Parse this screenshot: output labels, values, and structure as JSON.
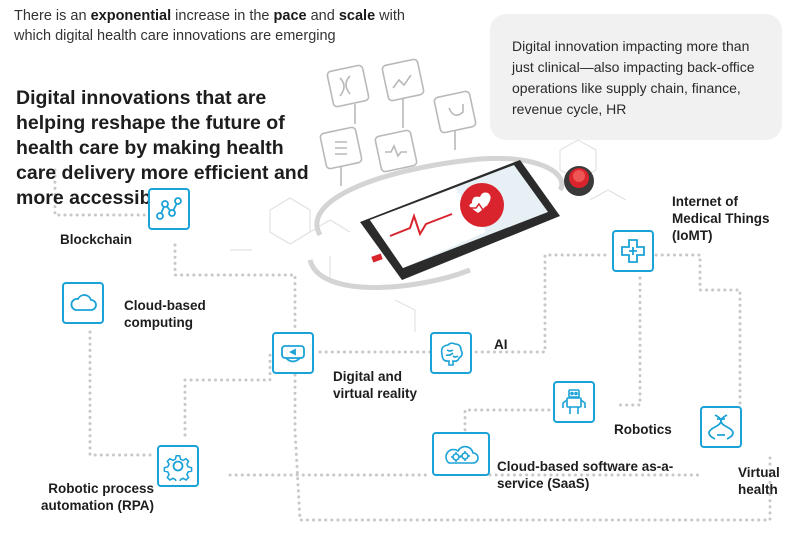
{
  "intro": {
    "p1": "There is an ",
    "b1": "exponential",
    "p2": " increase in the ",
    "b2": "pace",
    "p3": " and ",
    "b3": "scale",
    "p4": " with which digital health care innovations are emerging"
  },
  "callout": "Digital innovation impacting more than just clinical—also impacting back-office operations like supply chain, finance, revenue cycle, HR",
  "headline": "Digital innovations that are helping reshape the future of health care by making health care delivery more efficient and more accessible",
  "nodes": {
    "blockchain": {
      "label": "Blockchain",
      "icon": "network-graph-icon"
    },
    "cloud": {
      "label": "Cloud-based computing",
      "icon": "cloud-icon"
    },
    "vr": {
      "label": "Digital and virtual reality",
      "icon": "vr-headset-icon"
    },
    "ai": {
      "label": "AI",
      "icon": "brain-icon"
    },
    "iomt": {
      "label": "Internet of Medical Things (IoMT)",
      "icon": "medical-cross-icon"
    },
    "robotics": {
      "label": "Robotics",
      "icon": "robot-icon"
    },
    "rpa": {
      "label": "Robotic process automation (RPA)",
      "icon": "gear-icon"
    },
    "saas": {
      "label": "Cloud-based software as-a-service (SaaS)",
      "icon": "cloud-gears-icon"
    },
    "virtual_health": {
      "label": "Virtual health",
      "icon": "dna-icon"
    }
  },
  "colors": {
    "accent": "#1ba2d6",
    "path": "#c8c8c8",
    "heart": "#d9232d",
    "callout_bg": "#f1f1f1"
  }
}
